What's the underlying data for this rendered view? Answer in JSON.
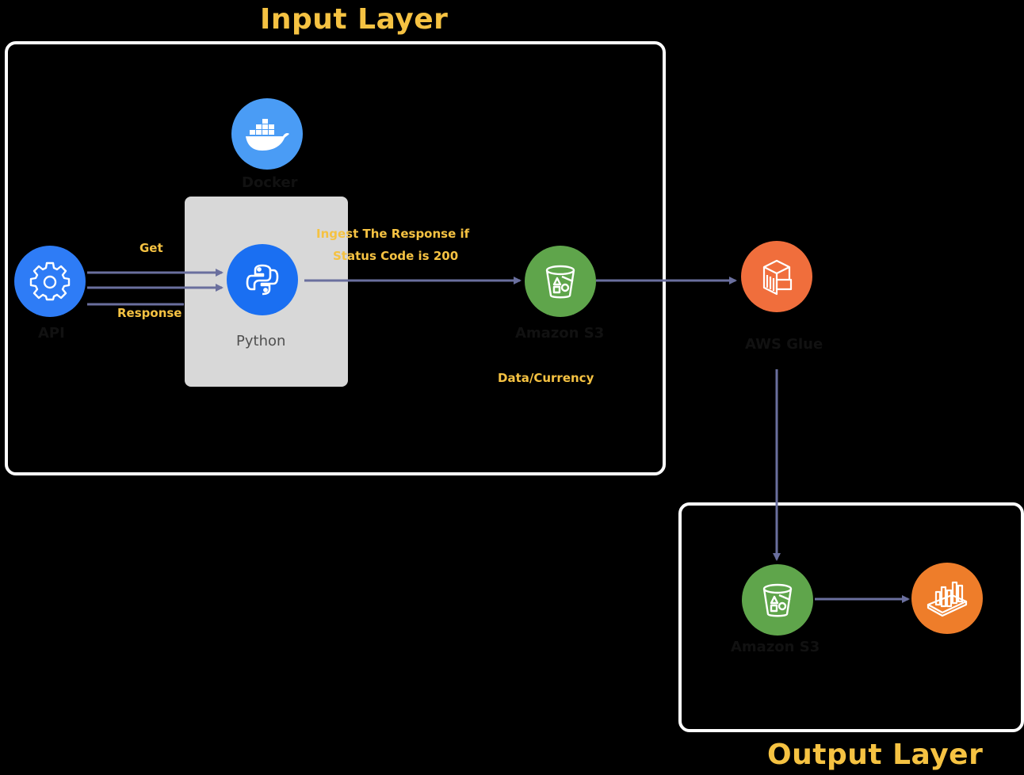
{
  "titles": {
    "input_layer": "Input Layer",
    "output_layer": "Output Layer"
  },
  "nodes": {
    "api": {
      "label": "API",
      "icon": "gear-icon",
      "color": "#2e7cf6"
    },
    "docker": {
      "label": "Docker",
      "icon": "docker-whale-icon",
      "color": "#4a9cf5"
    },
    "python": {
      "label": "Python",
      "icon": "python-icon",
      "color": "#1a6ff2"
    },
    "s3_raw": {
      "label": "Amazon S3",
      "icon": "s3-bucket-icon",
      "color": "#5fa54b"
    },
    "glue": {
      "label": "AWS Glue",
      "icon": "glue-icon",
      "color": "#f06e3c"
    },
    "s3_curated": {
      "label": "Amazon S3",
      "icon": "s3-bucket-icon",
      "color": "#5fa54b"
    },
    "quicksight": {
      "label": "",
      "icon": "quicksight-chart-icon",
      "color": "#ee7d2a"
    }
  },
  "edges": {
    "get": "Get",
    "response": "Response",
    "ingest_line1": "Ingest The Response if",
    "ingest_line2": "Status Code is 200",
    "data_currency": "Data/Currency"
  },
  "colors": {
    "accent_yellow": "#f5c242",
    "arrow": "#6a6f9e",
    "background": "#000000",
    "frame": "#ffffff",
    "python_group": "#d8d8d8",
    "label_gray": "#505050",
    "label_black": "#111111"
  }
}
